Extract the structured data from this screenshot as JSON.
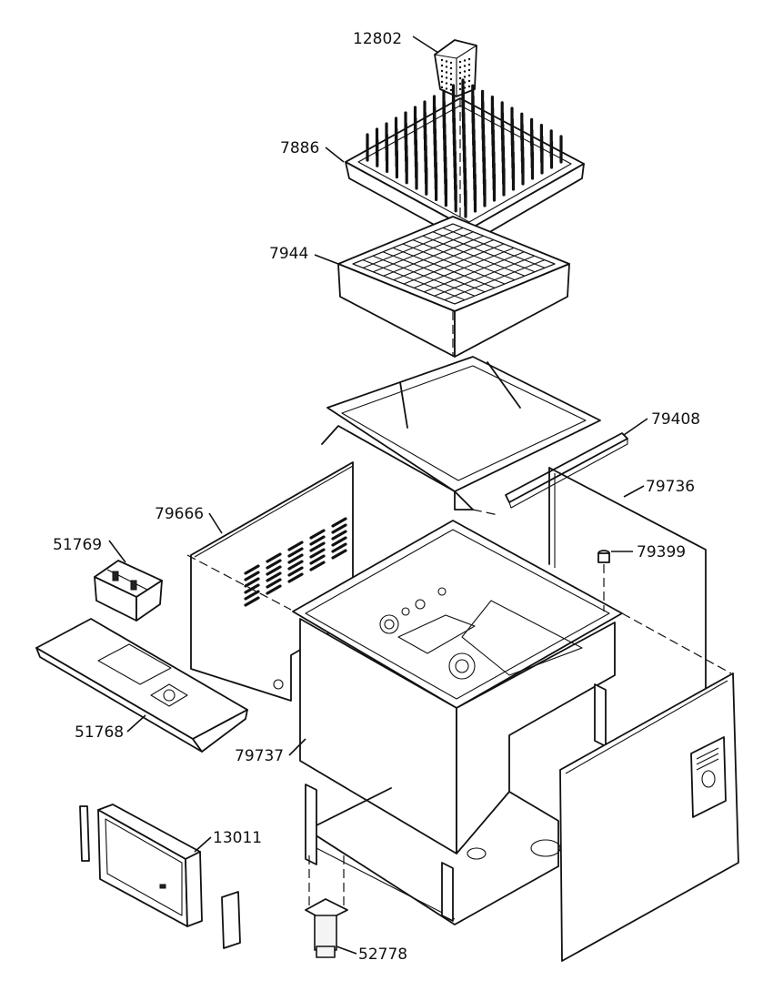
{
  "diagram": {
    "callouts": [
      {
        "id": "basket",
        "label": "12802"
      },
      {
        "id": "peg-rack",
        "label": "7886"
      },
      {
        "id": "grid-rack",
        "label": "7944"
      },
      {
        "id": "guide-rail",
        "label": "79408"
      },
      {
        "id": "right-panel",
        "label": "79736"
      },
      {
        "id": "rear-panel",
        "label": "79666"
      },
      {
        "id": "control-box",
        "label": "51769"
      },
      {
        "id": "knob",
        "label": "79399"
      },
      {
        "id": "top-cover",
        "label": "51768"
      },
      {
        "id": "tub",
        "label": "79737"
      },
      {
        "id": "front-door",
        "label": "13011"
      },
      {
        "id": "leg",
        "label": "52778"
      }
    ]
  }
}
